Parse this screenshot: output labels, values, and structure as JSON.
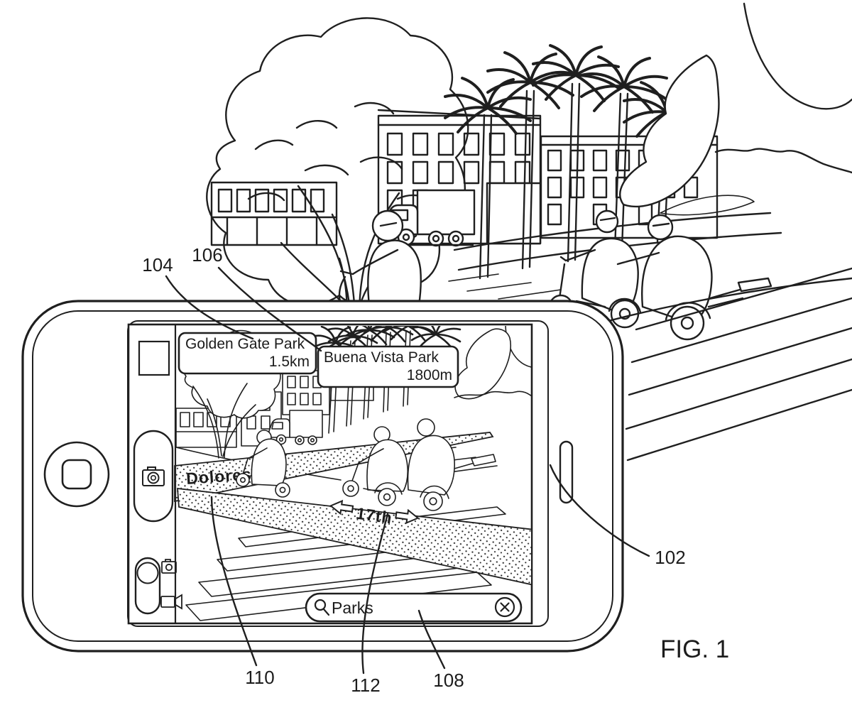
{
  "figure": {
    "label": "FIG. 1"
  },
  "phone": {
    "search_bar": {
      "value": "Parks",
      "magnifier_icon": "search-icon",
      "clear_icon": "circled-x-clear-icon"
    },
    "camera_controls": {
      "shutter_icon": "camera-icon",
      "mode_toggle_icons": [
        "still-camera-icon",
        "video-camera-icon"
      ]
    },
    "ar_poi_annotations": [
      {
        "name": "Golden Gate Park",
        "distance": "1.5km"
      },
      {
        "name": "Buena Vista Park",
        "distance": "1800m"
      }
    ],
    "ar_street_labels": [
      {
        "name": "Dolores"
      },
      {
        "name": "17th"
      }
    ]
  },
  "reference_numerals": {
    "phone_device": "102",
    "poi_annotation_1": "104",
    "poi_annotation_2": "106",
    "search_bar": "108",
    "street_label_1": "110",
    "street_label_2": "112"
  }
}
